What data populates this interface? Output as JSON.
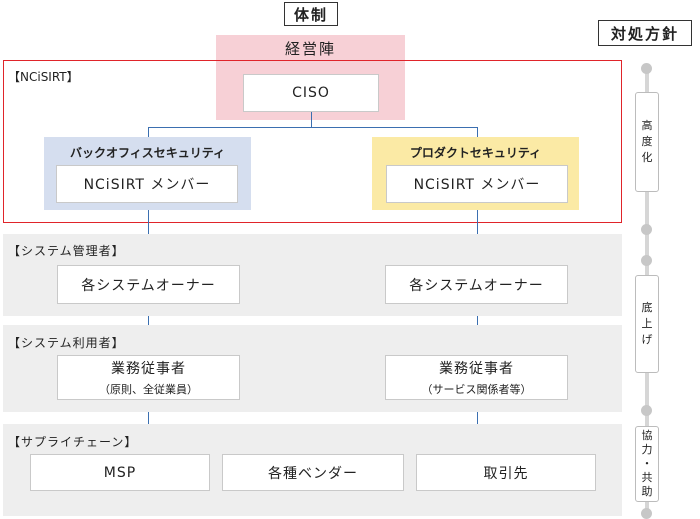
{
  "title": "体制",
  "policy_title": "対処方針",
  "management": "経営陣",
  "nci_label": "【NCiSIRT】",
  "ciso": "CISO",
  "backoffice": {
    "label": "バックオフィスセキュリティ",
    "member": "NCiSIRT メンバー"
  },
  "product": {
    "label": "プロダクトセキュリティ",
    "member": "NCiSIRT メンバー"
  },
  "sys_admin": {
    "label": "【システム管理者】",
    "box_left": "各システムオーナー",
    "box_right": "各システムオーナー"
  },
  "sys_user": {
    "label": "【システム利用者】",
    "left_main": "業務従事者",
    "left_sub": "（原則、全従業員）",
    "right_main": "業務従事者",
    "right_sub": "（サービス関係者等）"
  },
  "supply": {
    "label": "【サプライチェーン】",
    "items": [
      "MSP",
      "各種ベンダー",
      "取引先"
    ]
  },
  "policy": {
    "top": [
      "高",
      "度",
      "化"
    ],
    "mid": [
      "底",
      "上",
      "げ"
    ],
    "bottom": [
      "協",
      "力",
      "・",
      "共",
      "助"
    ]
  },
  "colors": {
    "mgmt": "#f7d0d6",
    "nci_border": "#e0242a",
    "backoffice": "#d5deef",
    "product": "#fbeaa5",
    "connector": "#3b6fb0",
    "band": "#eeeeee"
  }
}
